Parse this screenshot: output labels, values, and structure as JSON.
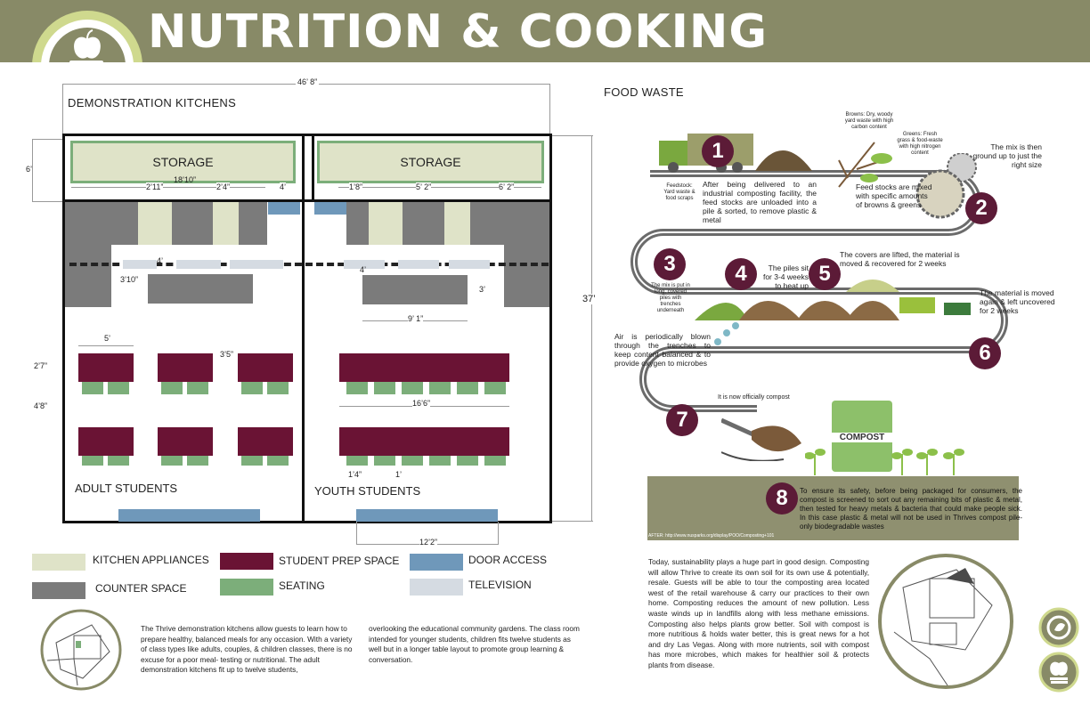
{
  "header": {
    "title": "NUTRITION & COOKING",
    "logo_icon": "apple-on-books-icon",
    "bar_color": "#888a67",
    "ring_color": "#cfd98e"
  },
  "kitchens": {
    "title": "DEMONSTRATION KITCHENS",
    "storage_left": "STORAGE",
    "storage_right": "STORAGE",
    "adult_label": "ADULT STUDENTS",
    "youth_label": "YOUTH STUDENTS",
    "dims": {
      "overall_width": "46’ 8”",
      "overall_height": "37’",
      "storage_depth": "6’",
      "storage_width": "18’10”",
      "d_2_11": "2’11”",
      "d_2_4": "2’4”",
      "d_4a": "4’",
      "d_1_8": "1’8”",
      "d_5_2": "5’ 2”",
      "d_6_2": "6’ 2”",
      "d_4b": "4’",
      "d_3_10": "3’10”",
      "d_4c": "4’",
      "d_3": "3’",
      "d_9_1": "9’ 1”",
      "d_5": "5’",
      "d_3_5": "3’5”",
      "d_2_7": "2’7”",
      "d_4_8": "4’8”",
      "d_16_6": "16’6”",
      "d_1_4": "1’4”",
      "d_1": "1’",
      "d_12_2": "12’2”"
    }
  },
  "legend": {
    "kitchen_appliances": "KITCHEN APPLIANCES",
    "counter_space": "COUNTER SPACE",
    "student_prep": "STUDENT PREP SPACE",
    "seating": "SEATING",
    "door_access": "DOOR ACCESS",
    "television": "TELEVISION",
    "colors": {
      "kitchen_appliances": "#dfe3c8",
      "counter_space": "#7b7b7b",
      "student_prep": "#6a1334",
      "seating": "#7cae7a",
      "door_access": "#6f98ba",
      "television": "#d5dbe2"
    }
  },
  "descriptions": {
    "kitchens_col1": "The Thrive demonstration kitchens allow guests to learn how to prepare healthy, balanced meals for any occasion. With a variety of class types like adults, couples, & children classes, there is no excuse for a poor meal- testing or nutritional. The adult demonstration kitchens fit up to twelve students,",
    "kitchens_col2": "overlooking the educational community gardens. The class room intended for younger students, children fits twelve students as well but in a longer table layout to promote group learning & conversation.",
    "sustainability": "Today, sustainability plays a huge part in good design. Composting will allow Thrive to create its own soil for its own use & potentially, resale. Guests will be able to tour the composting area located west of the retail warehouse & carry our practices to their own home. Composting reduces the amount of new pollution. Less waste winds up in landfills along with less methane emissions. Composting also helps plants grow better. Soil with compost is more nutritious & holds water better, this is great news for a hot and dry Las Vegas. Along with more nutrients, soil with compost has more microbes, which makes for healthier soil & protects plants from disease."
  },
  "food_waste": {
    "title": "FOOD WASTE",
    "steps": [
      "1",
      "2",
      "3",
      "4",
      "5",
      "6",
      "7",
      "8"
    ],
    "feedstock": "Feedstock: Yard waste & food scraps",
    "step1": "After being delivered to an industrial composting facility, the feed stocks are unloaded into a pile & sorted, to remove plastic & metal",
    "browns": "Browns: Dry, woody yard waste with high carbon content",
    "greens": "Greens: Fresh grass & food-waste with high nitrogen content",
    "feed_mix": "Feed stocks are mixed with specific amounts of browns & greens",
    "step2": "The mix is then ground up to just the right size",
    "step3": "The mix is put in long, covered piles with trenches underneath",
    "step4": "The piles sit for 3-4 weeks to heat up",
    "step5": "The covers are lifted, the material is moved & recovered for 2 weeks",
    "step_air": "Air is periodically blown through the trenches to keep content balanced & to provide oxygen to microbes",
    "step6": "The material is moved again & left uncovered for 2 weeks",
    "step7": "It is now officially compost",
    "compost_label": "COMPOST",
    "step8": "To ensure its safety, before being packaged for consumers, the compost is screened to sort out any remaining bits of plastic & metal, then tested for heavy metals & bacteria that could make people sick. In this case plastic & metal will not be used in Thrives compost pile- only biodegradable wastes",
    "source": "AFTER: http://www.nusparks.org/display/POO/Composting+101"
  },
  "badges": {
    "badge1_icon": "recycle-leaf-icon",
    "badge2_icon": "apple-on-books-icon"
  }
}
